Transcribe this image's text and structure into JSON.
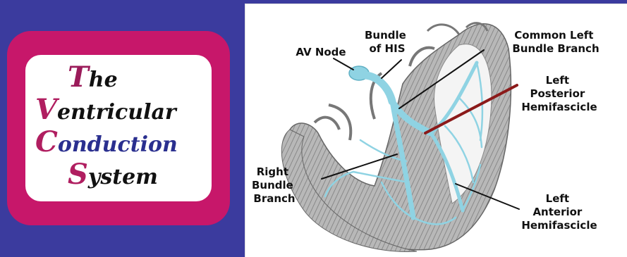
{
  "title": {
    "lines": [
      {
        "initial": "T",
        "rest": "he"
      },
      {
        "initial": "V",
        "rest": "entricular"
      },
      {
        "initial": "C",
        "rest": "onduction"
      },
      {
        "initial": "S",
        "rest": "ystem"
      }
    ]
  },
  "diagram": {
    "labels": {
      "av_node": [
        "AV Node"
      ],
      "bundle_of_his": [
        "Bundle",
        "of HIS"
      ],
      "common_left": [
        "Common Left",
        "Bundle Branch"
      ],
      "left_posterior": [
        "Left",
        "Posterior",
        "Hemifascicle"
      ],
      "right_bundle": [
        "Right",
        "Bundle",
        "Branch"
      ],
      "left_anterior": [
        "Left",
        "Anterior",
        "Hemifascicle"
      ]
    }
  },
  "colors": {
    "background": "#3b3b9e",
    "frame": "#c7176a",
    "initial_T": "#9b1b5a",
    "initial_V": "#b01e60",
    "initial_C": "#b01e60",
    "initial_S": "#b01e60",
    "conduction": "#8fd3e3",
    "muscle": "#9a9a9a",
    "posterior_pointer": "#8b1a1a"
  }
}
